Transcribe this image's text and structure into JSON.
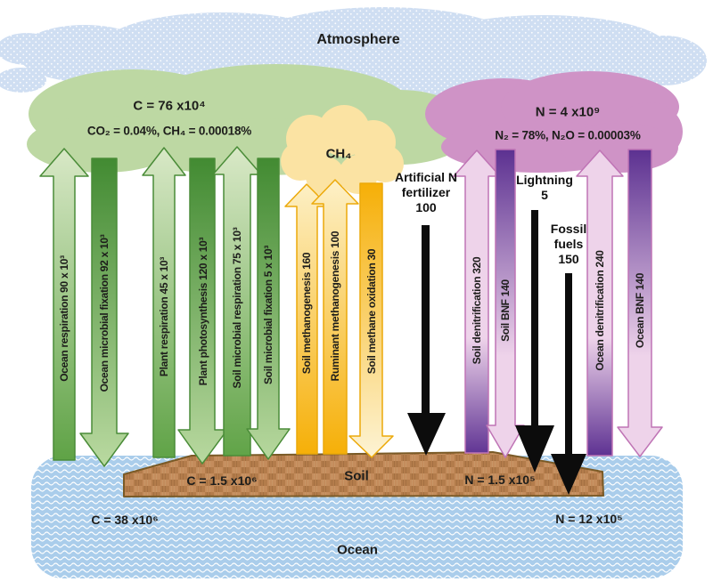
{
  "palette": {
    "atmosphere_fill": "#cfdef2",
    "carbon_cloud": "#bdd8a3",
    "methane_cloud": "#fbe3a3",
    "nitrogen_cloud": "#cf93c6",
    "carbon_arrow_dark": "#418a31",
    "carbon_arrow_light": "#d8e8c6",
    "methane_arrow_dark": "#f6af07",
    "methane_arrow_light": "#fdf0c6",
    "nitrogen_arrow_dark": "#5e3292",
    "nitrogen_arrow_light": "#eed3ea",
    "input_arrow": "#0c0c0c",
    "soil_fill": "#c48c5c",
    "ocean_fill": "#aacdeb",
    "text": "#1d1d1b"
  },
  "clouds": {
    "atmosphere": {
      "label": "Atmosphere"
    },
    "carbon": {
      "title": "C = 76 x10⁴",
      "subtitle": "CO₂ = 0.04%, CH₄ = 0.00018%"
    },
    "methane": {
      "label": "CH₄"
    },
    "nitrogen": {
      "title": "N = 4 x10⁹",
      "subtitle": "N₂ = 78%, N₂O = 0.00003%"
    }
  },
  "pools": {
    "soil": {
      "label": "Soil",
      "carbon": "C = 1.5 x10⁶",
      "nitrogen": "N = 1.5 x10⁵"
    },
    "ocean": {
      "label": "Ocean",
      "carbon": "C = 38 x10⁶",
      "nitrogen": "N = 12 x10⁵"
    }
  },
  "fluxes": {
    "carbon": [
      {
        "label": "Ocean respiration 90 x 10³",
        "direction": "up"
      },
      {
        "label": "Ocean microbial fixation 92 x 10³",
        "direction": "down"
      },
      {
        "label": "Plant respiration 45 x 10³",
        "direction": "up"
      },
      {
        "label": "Plant photosynthesis 120 x 10³",
        "direction": "down"
      },
      {
        "label": "Soil microbial respiration 75 x 10³",
        "direction": "up"
      },
      {
        "label": "Soil microbial fixation 5 x 10³",
        "direction": "down"
      }
    ],
    "methane": [
      {
        "label": "Soil methanogenesis 160",
        "direction": "up"
      },
      {
        "label": "Ruminant methanogenesis 100",
        "direction": "up"
      },
      {
        "label": "Soil methane oxidation 30",
        "direction": "down"
      }
    ],
    "nitrogen": [
      {
        "label": "Soil denitrification 320",
        "direction": "up"
      },
      {
        "label": "Soil BNF 140",
        "direction": "down"
      },
      {
        "label": "Ocean denitrification 240",
        "direction": "up"
      },
      {
        "label": "Ocean BNF 140",
        "direction": "down"
      }
    ],
    "inputs": [
      {
        "label": "Artificial N\nfertilizer\n100"
      },
      {
        "label": "Lightning\n5"
      },
      {
        "label": "Fossil\nfuels\n150"
      }
    ]
  }
}
